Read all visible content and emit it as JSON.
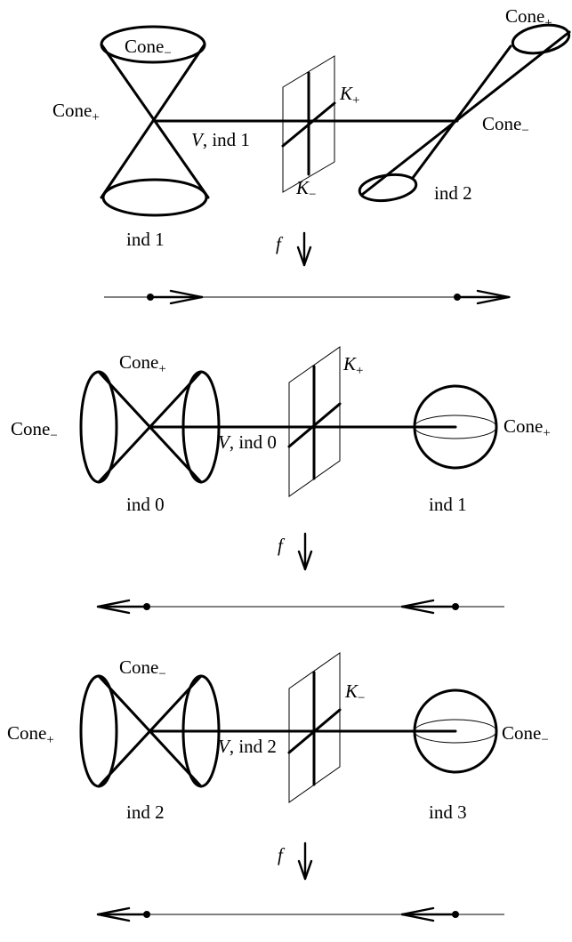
{
  "panel1": {
    "cone_top_label": "Cone",
    "cone_top_sub": "−",
    "cone_left_label": "Cone",
    "cone_left_sub": "+",
    "cone_topright_label": "Cone",
    "cone_topright_sub": "+",
    "cone_right_label": "Cone",
    "cone_right_sub": "−",
    "v_label": "V",
    "v_ind_label": ",  ind 1",
    "k_plus_label": "K",
    "k_plus_sub": "+",
    "k_minus_label": "K",
    "k_minus_sub": "−",
    "ind_left_label": "ind 1",
    "ind_right_label": "ind 2",
    "f_label": "f"
  },
  "panel2": {
    "cone_top_label": "Cone",
    "cone_top_sub": "+",
    "cone_left_label": "Cone",
    "cone_left_sub": "−",
    "cone_right_label": "Cone",
    "cone_right_sub": "+",
    "v_label": "V",
    "v_ind_label": ", ind 0",
    "k_label": "K",
    "k_sub": "+",
    "ind_left_label": "ind 0",
    "ind_right_label": "ind 1",
    "f_label": "f"
  },
  "panel3": {
    "cone_top_label": "Cone",
    "cone_top_sub": "−",
    "cone_left_label": "Cone",
    "cone_left_sub": "+",
    "cone_right_label": "Cone",
    "cone_right_sub": "−",
    "v_label": "V",
    "v_ind_label": ", ind 2",
    "k_label": "K",
    "k_sub": "−",
    "ind_left_label": "ind 2",
    "ind_right_label": "ind 3"
  }
}
